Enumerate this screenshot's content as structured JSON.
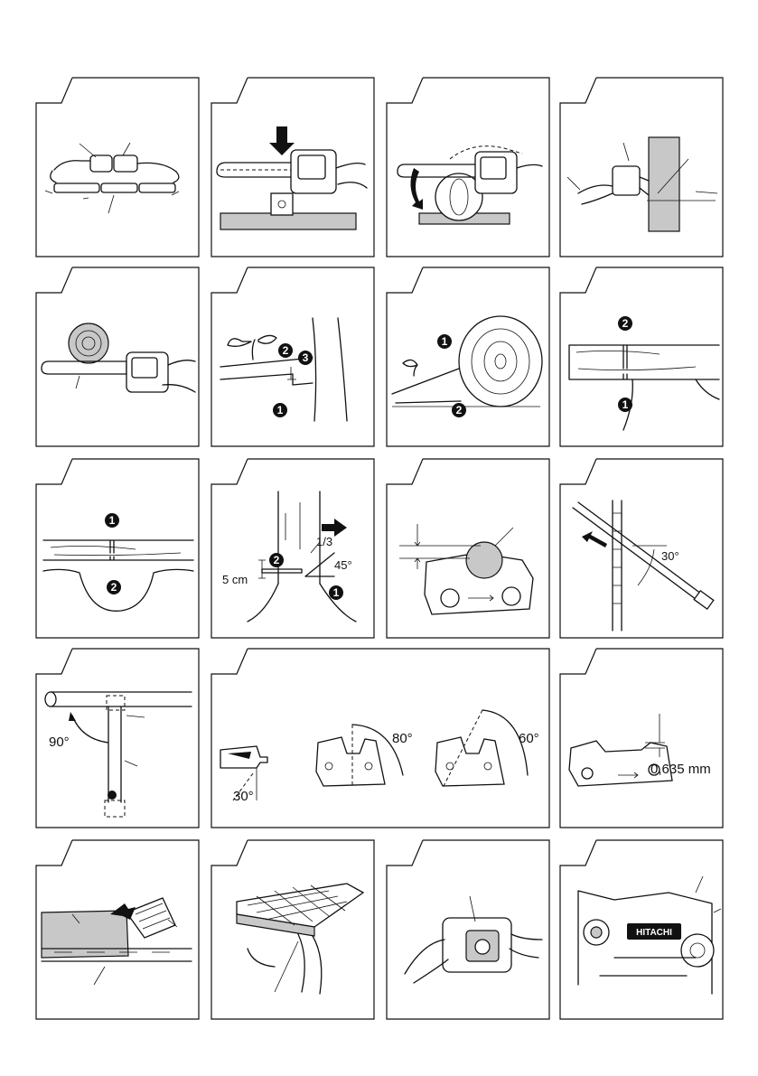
{
  "figure_labels": {
    "deg_45": "45°",
    "fraction_third": "1/3",
    "dist_5cm": "5 cm",
    "deg_30_file": "30°",
    "deg_90": "90°",
    "deg_80": "80°",
    "deg_60": "60°",
    "deg_30_top": "30°",
    "depth_gauge": "0,635 mm",
    "brand_logo": "HITACHI"
  },
  "callouts": {
    "one": "1",
    "two": "2",
    "three": "3"
  },
  "colors": {
    "ink": "#111111",
    "paper": "#ffffff",
    "shade": "#c8c8c8"
  }
}
